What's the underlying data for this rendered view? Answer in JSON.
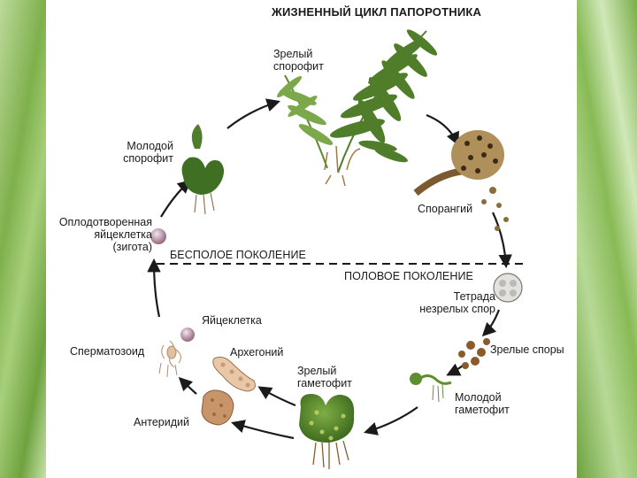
{
  "title": "ЖИЗНЕННЫЙ ЦИКЛ ПАПОРОТНИКА",
  "generations": {
    "asexual": "БЕСПОЛОЕ ПОКОЛЕНИЕ",
    "sexual": "ПОЛОВОЕ ПОКОЛЕНИЕ"
  },
  "labels": {
    "mature_sporophyte": "Зрелый\nспорофит",
    "young_sporophyte": "Молодой\nспорофит",
    "zygote": "Оплодотворенная\nяйцеклетка\n(зигота)",
    "sporangium": "Спорангий",
    "tetrad": "Тетрада\nнезрелых спор",
    "mature_spores": "Зрелые споры",
    "young_gametophyte": "Молодой\nгаметофит",
    "mature_gametophyte": "Зрелый\nгаметофит",
    "egg": "Яйцеклетка",
    "archegonium": "Архегоний",
    "sperm": "Сперматозоид",
    "antheridium": "Антеридий"
  },
  "colors": {
    "frond": "#4f7d2a",
    "frond_light": "#7aa84a",
    "gametophyte": "#5d8f2e",
    "sporangium": "#a8874a",
    "arrow": "#1a1a1a",
    "background_grass": "#8fbf5a"
  }
}
